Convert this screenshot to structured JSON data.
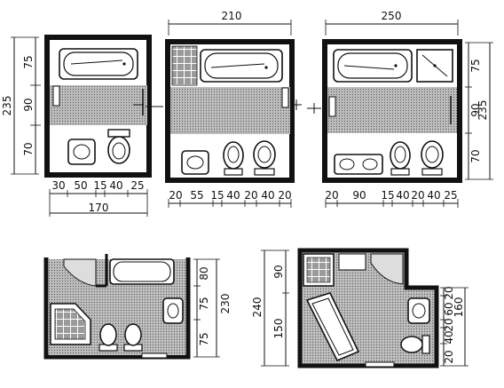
{
  "plans": {
    "plan1": {
      "width_total": "170",
      "height_total": "235",
      "vertical": [
        "75",
        "90",
        "70"
      ],
      "horizontal": [
        "30",
        "50",
        "15",
        "40",
        "25"
      ]
    },
    "plan2": {
      "width_total": "210",
      "horizontal": [
        "20",
        "55",
        "15",
        "40",
        "20",
        "40",
        "20"
      ]
    },
    "plan3": {
      "width_total": "250",
      "height_total": "235",
      "vertical": [
        "75",
        "90",
        "70"
      ],
      "horizontal": [
        "20",
        "90",
        "15",
        "40",
        "20",
        "40",
        "25"
      ]
    },
    "plan4": {
      "height_total": "230",
      "vertical": [
        "80",
        "75",
        "75"
      ]
    },
    "plan5": {
      "height_total": "240",
      "vertical": [
        "90",
        "150"
      ],
      "height_right": "160",
      "vertical_right": [
        "20",
        "60",
        "20",
        "40",
        "20"
      ]
    }
  }
}
